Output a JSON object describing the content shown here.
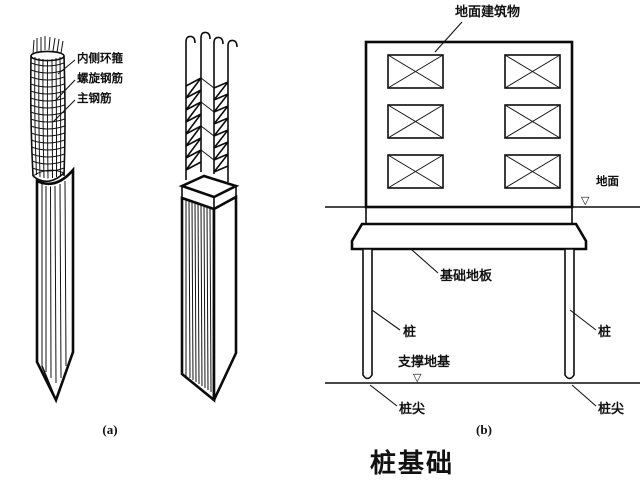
{
  "figure": {
    "title": "桩基础",
    "panels": [
      {
        "tag": "(a)",
        "name": "pile-reinforcement-detail"
      },
      {
        "tag": "(b)",
        "name": "pile-foundation-section"
      }
    ]
  },
  "panel_a": {
    "tag": "(a)",
    "labels": [
      {
        "id": "inner-hoop",
        "text": "内侧环箍"
      },
      {
        "id": "spiral-bar",
        "text": "螺旋钢筋"
      },
      {
        "id": "main-bar",
        "text": "主钢筋"
      }
    ],
    "piles": [
      {
        "id": "round-pile",
        "shape": "circular-cage-pile"
      },
      {
        "id": "square-pile",
        "shape": "square-cage-pile"
      }
    ]
  },
  "panel_b": {
    "tag": "(b)",
    "labels": [
      {
        "id": "superstructure",
        "text": "地面建筑物"
      },
      {
        "id": "ground-level",
        "text": "地面"
      },
      {
        "id": "footing-slab",
        "text": "基础地板"
      },
      {
        "id": "pile-left",
        "text": "桩"
      },
      {
        "id": "pile-right",
        "text": "桩"
      },
      {
        "id": "bearing-stratum",
        "text": "支撑地基"
      },
      {
        "id": "pile-tip-left",
        "text": "桩尖"
      },
      {
        "id": "pile-tip-right",
        "text": "桩尖"
      }
    ],
    "building": {
      "window_rows": 3,
      "window_cols": 2,
      "window_count": 6
    },
    "markers": [
      {
        "id": "ground-water-triangle",
        "glyph": "▽"
      },
      {
        "id": "bearing-level-triangle",
        "glyph": "▽"
      }
    ]
  },
  "colors": {
    "ink": "#0d0d0d",
    "paper": "#ffffff"
  }
}
